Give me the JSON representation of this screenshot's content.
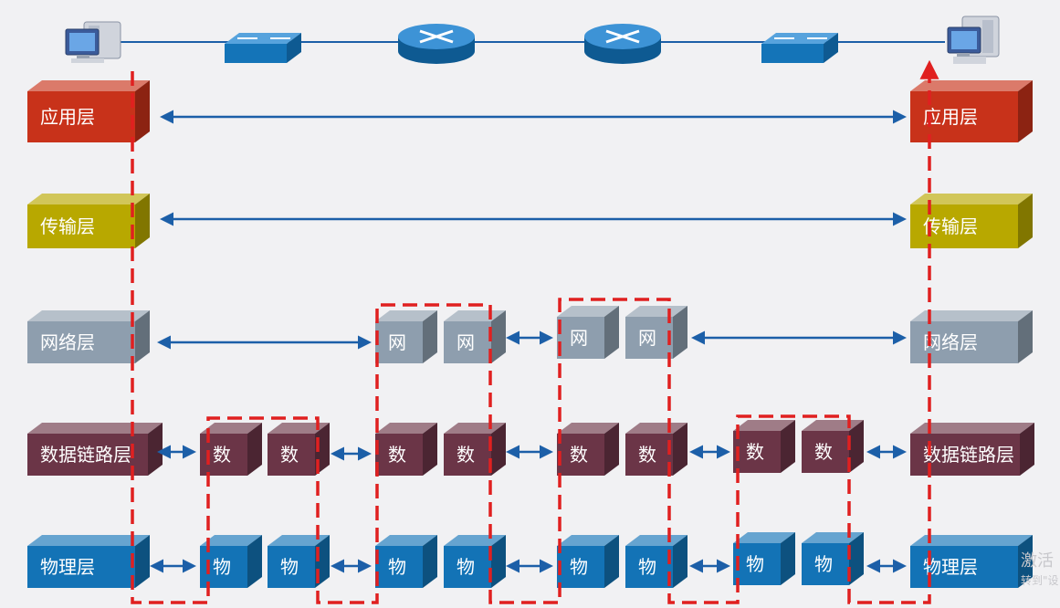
{
  "devices": {
    "left_host": "pc-icon",
    "switch_1": "switch-icon",
    "router_1": "router-icon",
    "router_2": "router-icon",
    "switch_2": "switch-icon",
    "right_host": "pc-icon"
  },
  "layers": {
    "application": "应用层",
    "transport": "传输层",
    "network": "网络层",
    "datalink": "数据链路层",
    "physical": "物理层"
  },
  "device_layers": {
    "network": "网",
    "datalink": "数",
    "physical": "物"
  },
  "colors": {
    "application": "#c8321a",
    "transport": "#b8a800",
    "network": "#8e9eae",
    "datalink": "#6b3547",
    "physical": "#1373b6",
    "link": "#1c5fa8",
    "path": "#e02020"
  },
  "watermark": {
    "line1": "激活",
    "line2": "转到\"设"
  }
}
